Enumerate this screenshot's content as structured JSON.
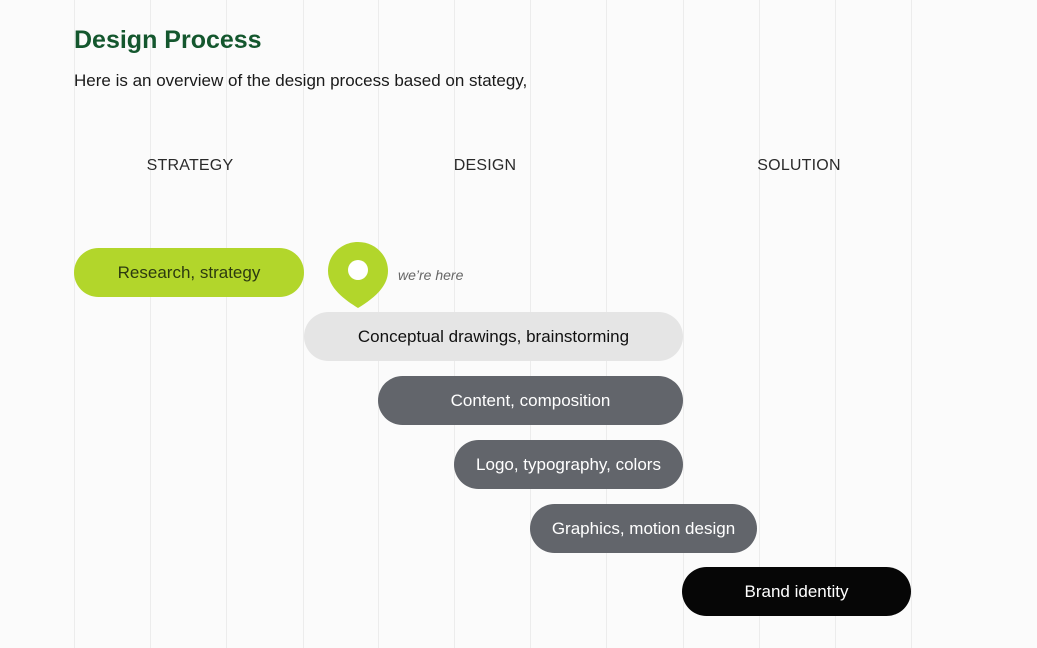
{
  "header": {
    "title": "Design Process",
    "subtitle": "Here is an overview of the design process based on stategy,"
  },
  "phases": [
    "STRATEGY",
    "DESIGN",
    "SOLUTION"
  ],
  "marker": {
    "label": "we’re here"
  },
  "steps": [
    {
      "label": "Research, strategy"
    },
    {
      "label": "Conceptual drawings, brainstorming"
    },
    {
      "label": "Content, composition"
    },
    {
      "label": "Logo, typography, colors"
    },
    {
      "label": "Graphics, motion design"
    },
    {
      "label": "Brand identity"
    }
  ],
  "colors": {
    "title": "#14572e",
    "lime": "#b2d62b",
    "light": "#e5e5e5",
    "gray": "#62656b",
    "black": "#060606"
  }
}
